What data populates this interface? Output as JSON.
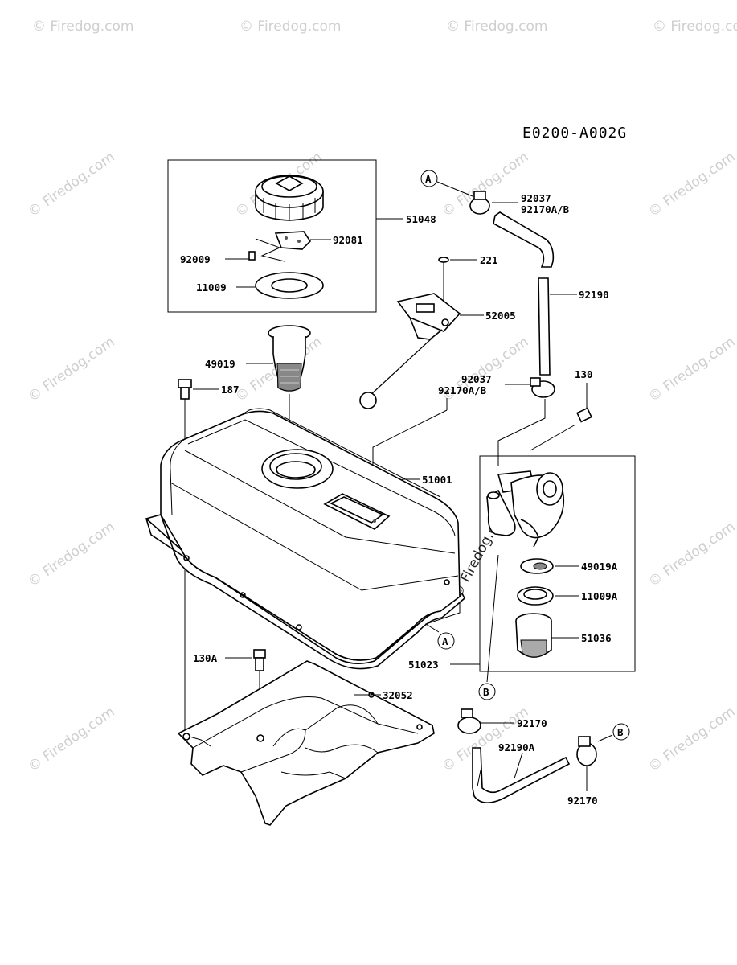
{
  "diagram_code": "E0200-A002G",
  "watermark": "© Firedog.com",
  "callouts": {
    "ref_a_top": "A",
    "ref_a_bottom": "A",
    "ref_b_left": "B",
    "ref_b_right": "B"
  },
  "parts": {
    "p51048": "51048",
    "p92081": "92081",
    "p92009": "92009",
    "p11009": "11009",
    "p92037_top": "92037",
    "p92170ab_top": "92170A/B",
    "p92190": "92190",
    "p221": "221",
    "p52005": "52005",
    "p49019": "49019",
    "p92037_mid": "92037",
    "p92170ab_mid": "92170A/B",
    "p130": "130",
    "p187": "187",
    "p51001": "51001",
    "p49019a": "49019A",
    "p11009a": "11009A",
    "p51036": "51036",
    "p51023": "51023",
    "p130a": "130A",
    "p32052": "32052",
    "p92170_a": "92170",
    "p92190a": "92190A",
    "p92170_b": "92170"
  }
}
